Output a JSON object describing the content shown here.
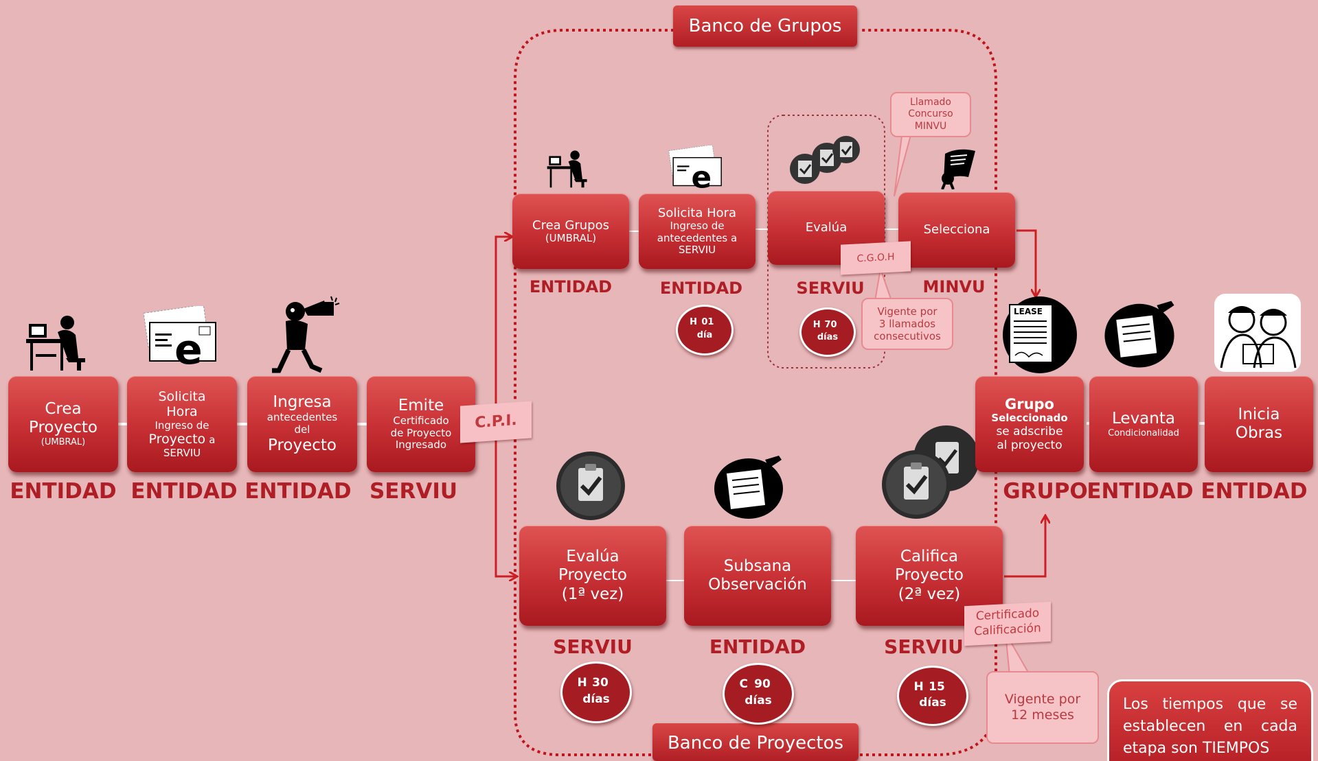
{
  "banners": {
    "groups": "Banco de Grupos",
    "projects": "Banco de Proyectos"
  },
  "main_flow": {
    "step1": {
      "line1": "Crea",
      "line2": "Proyecto",
      "line3": "(UMBRAL)",
      "role": "ENTIDAD"
    },
    "step2": {
      "line1": "Solicita",
      "line2": "Hora",
      "line3": "Ingreso de",
      "line4": "Proyecto",
      "line4b": "a",
      "line5": "SERVIU",
      "role": "ENTIDAD"
    },
    "step3": {
      "line1": "Ingresa",
      "line2": "antecedentes",
      "line3": "del",
      "line4": "Proyecto",
      "role": "ENTIDAD"
    },
    "step4": {
      "line1": "Emite",
      "line2": "Certificado",
      "line3": "de Proyecto",
      "line4": "Ingresado",
      "role": "SERVIU"
    },
    "cpi_flag": "C.P.I."
  },
  "group_flow": {
    "crea_grupos": {
      "line1": "Crea Grupos",
      "line2": "(UMBRAL)",
      "role": "ENTIDAD"
    },
    "solicita_hora": {
      "line1": "Solicita Hora",
      "line2": "Ingreso de",
      "line3": "antecedentes a",
      "line4": "SERVIU",
      "role": "ENTIDAD",
      "timer": {
        "label": "H",
        "value": "01",
        "unit": "día"
      }
    },
    "evalua": {
      "line1": "Evalúa",
      "role": "SERVIU",
      "timer": {
        "label": "H",
        "value": "70",
        "unit": "días"
      }
    },
    "selecciona": {
      "line1": "Selecciona",
      "role": "MINVU"
    },
    "cgoh_flag": "C.G.O.H",
    "callout_llamado": {
      "line1": "Llamado",
      "line2": "Concurso",
      "line3": "MINVU"
    },
    "callout_vigente": {
      "line1": "Vigente por",
      "line2": "3 llamados",
      "line3": "consecutivos"
    }
  },
  "project_flow": {
    "evalua_proyecto": {
      "line1": "Evalúa",
      "line2": "Proyecto",
      "line3": "(1ª vez)",
      "role": "SERVIU",
      "timer": {
        "label": "H",
        "value": "30",
        "unit": "días"
      }
    },
    "subsana": {
      "line1": "Subsana",
      "line2": "Observación",
      "role": "ENTIDAD",
      "timer": {
        "label": "C",
        "value": "90",
        "unit": "días"
      }
    },
    "califica": {
      "line1": "Califica",
      "line2": "Proyecto",
      "line3": "(2ª vez)",
      "role": "SERVIU",
      "timer": {
        "label": "H",
        "value": "15",
        "unit": "días"
      }
    },
    "cert_flag": {
      "line1": "Certificado",
      "line2": "Calificación"
    },
    "callout_vigente": {
      "line1": "Vigente por",
      "line2": "12 meses"
    }
  },
  "final_flow": {
    "grupo": {
      "line1": "Grupo",
      "line2": "Seleccionado",
      "line3": "se adscribe",
      "line4": "al proyecto",
      "role": "GRUPO"
    },
    "levanta": {
      "line1": "Levanta",
      "line2": "Condicionalidad",
      "role": "ENTIDAD"
    },
    "inicia": {
      "line1": "Inicia",
      "line2": "Obras",
      "role": "ENTIDAD"
    },
    "lease_label": "LEASE"
  },
  "note": "Los tiempos que se establecen en cada etapa son TIEMPOS",
  "colors": {
    "background": "#e6b6b9",
    "box": "#c62f33",
    "role_text": "#b01e25",
    "arrow_white": "#ffffff",
    "arrow_red": "#cc1f24",
    "dotted": "#c0141b"
  },
  "icons": [
    "computer-user-icon",
    "email-envelope-icon",
    "megaphone-person-icon",
    "clipboard-check-icon",
    "certificate-scroll-icon",
    "document-writing-icon",
    "lease-document-icon",
    "workers-icon"
  ]
}
